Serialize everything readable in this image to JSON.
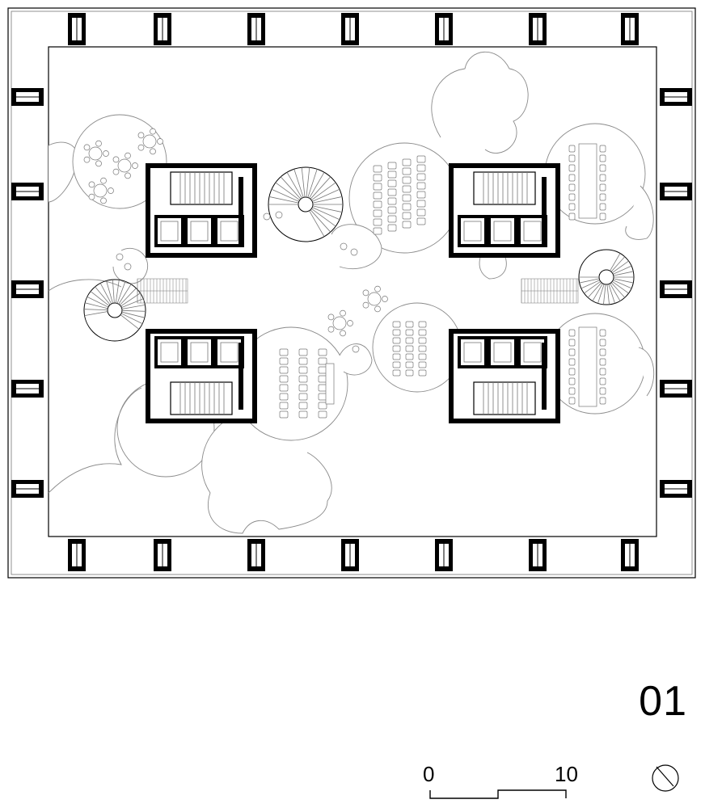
{
  "drawing": {
    "floor_number": "01",
    "scale_bar": {
      "start_label": "0",
      "end_label": "10"
    },
    "north_arrow_icon": "north-arrow-icon",
    "line_color": "#000000",
    "furniture_color": "#777777"
  }
}
